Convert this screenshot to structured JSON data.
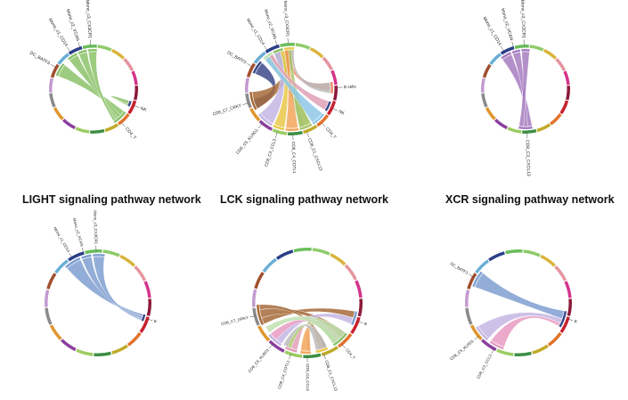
{
  "titles": [
    "LIGHT signaling pathway network",
    "LCK signaling pathway network",
    "XCR signaling pathway network"
  ],
  "ring_colors": [
    "#8fcc6a",
    "#d9b43c",
    "#e5959f",
    "#d4338a",
    "#8c1a3a",
    "#c8202f",
    "#e2722b",
    "#c0aa2a",
    "#3e8f45",
    "#9ccc63",
    "#8b3f9d",
    "#e0962f",
    "#8a8a8a",
    "#c39ad0",
    "#a14f2e",
    "#6aaed6",
    "#2a3f87",
    "#6bbd5a"
  ],
  "chord_colors": {
    "green": "#8cc26a",
    "purple": "#a67cc0",
    "blue": "#7f9fd0",
    "pink": "#e79bc2",
    "lavender": "#c4b6e3",
    "brown": "#a66a3a",
    "mint": "#bfe0b0",
    "salmon": "#f08a6a",
    "sky": "#8ec7e8",
    "yellow": "#e9c84a",
    "olive": "#a9c46a",
    "orange": "#f2a65a",
    "rose": "#e1a0b6",
    "grey": "#bbbbbb",
    "navy": "#3c4a8a"
  },
  "diagrams": [
    {
      "id": "light-top",
      "labels": [
        "DC_BATF3",
        "Mono_c1_CD14",
        "Mono_c2_VCAN",
        "Mono_c3_CX3CR1",
        "NK",
        "CD4_T"
      ]
    },
    {
      "id": "lck-top",
      "labels": [
        "DC_BATF3",
        "Mono_c1_CD14",
        "Mono_c2_VCAN",
        "Mono_c3_CX3CR1",
        "B cells",
        "NK",
        "CD4_T",
        "CD8_C1_CXCL13",
        "CD8_C4_COTL1",
        "CD8_C3_CCL3",
        "CD8_C5_KLRD1",
        "CD8_C7_CRKY"
      ]
    },
    {
      "id": "xcr-top",
      "labels": [
        "Mono_c1_CD14",
        "Mono_c2_VCAN",
        "Mono_c3_CX3CR1",
        "CD8_C3_CXCL13"
      ]
    },
    {
      "id": "light-bottom",
      "labels": [
        "Mono_c1_CD14",
        "Mono_c2_VCAN",
        "Mono_c3_CX3CR1",
        "B"
      ]
    },
    {
      "id": "lck-bottom",
      "labels": [
        "CD8_C7_GRKY",
        "CD8_C5_KLRD1",
        "CD8_C4_COTL1",
        "CD8_C3_CCL3",
        "CD8_C1_CXCL13",
        "CD4_T",
        "B"
      ]
    },
    {
      "id": "xcr-bottom",
      "labels": [
        "DC_BATF3",
        "CD8_C5_KLRD1",
        "CD8_C3_CCL3",
        "B"
      ]
    }
  ]
}
